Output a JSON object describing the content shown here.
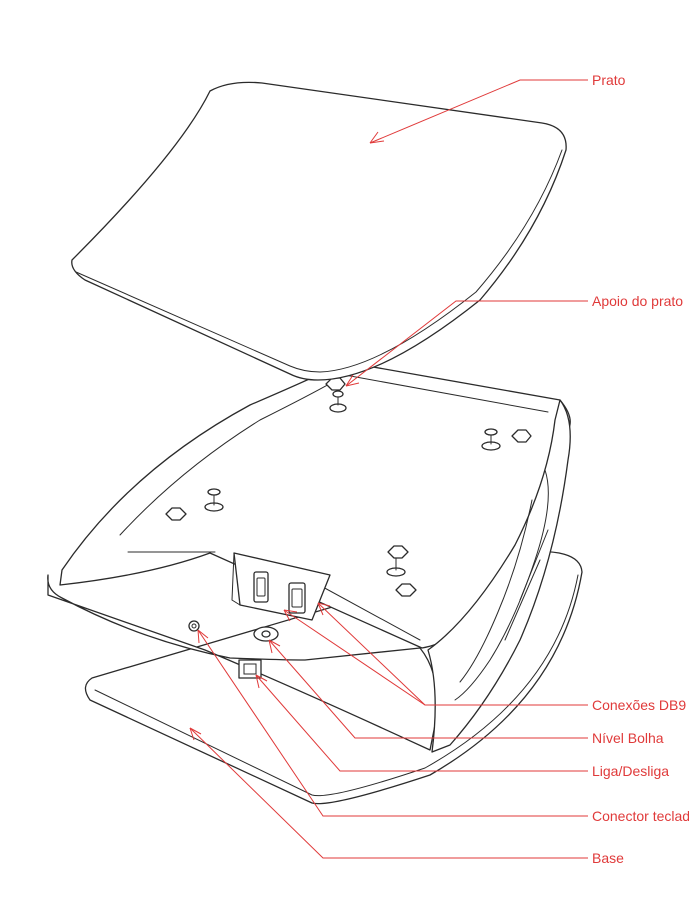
{
  "labels": {
    "prato": "Prato",
    "apoio_do_prato": "Apoio do prato",
    "conexoes_db9": "Conexões DB9",
    "nivel_bolha": "Nível Bolha",
    "liga_desliga": "Liga/Desliga",
    "conector_teclado_pc": "Conector teclado PC",
    "base": "Base"
  },
  "colors": {
    "callout": "#e03a3a",
    "line_art": "#2b2b2b",
    "background": "#ffffff"
  }
}
